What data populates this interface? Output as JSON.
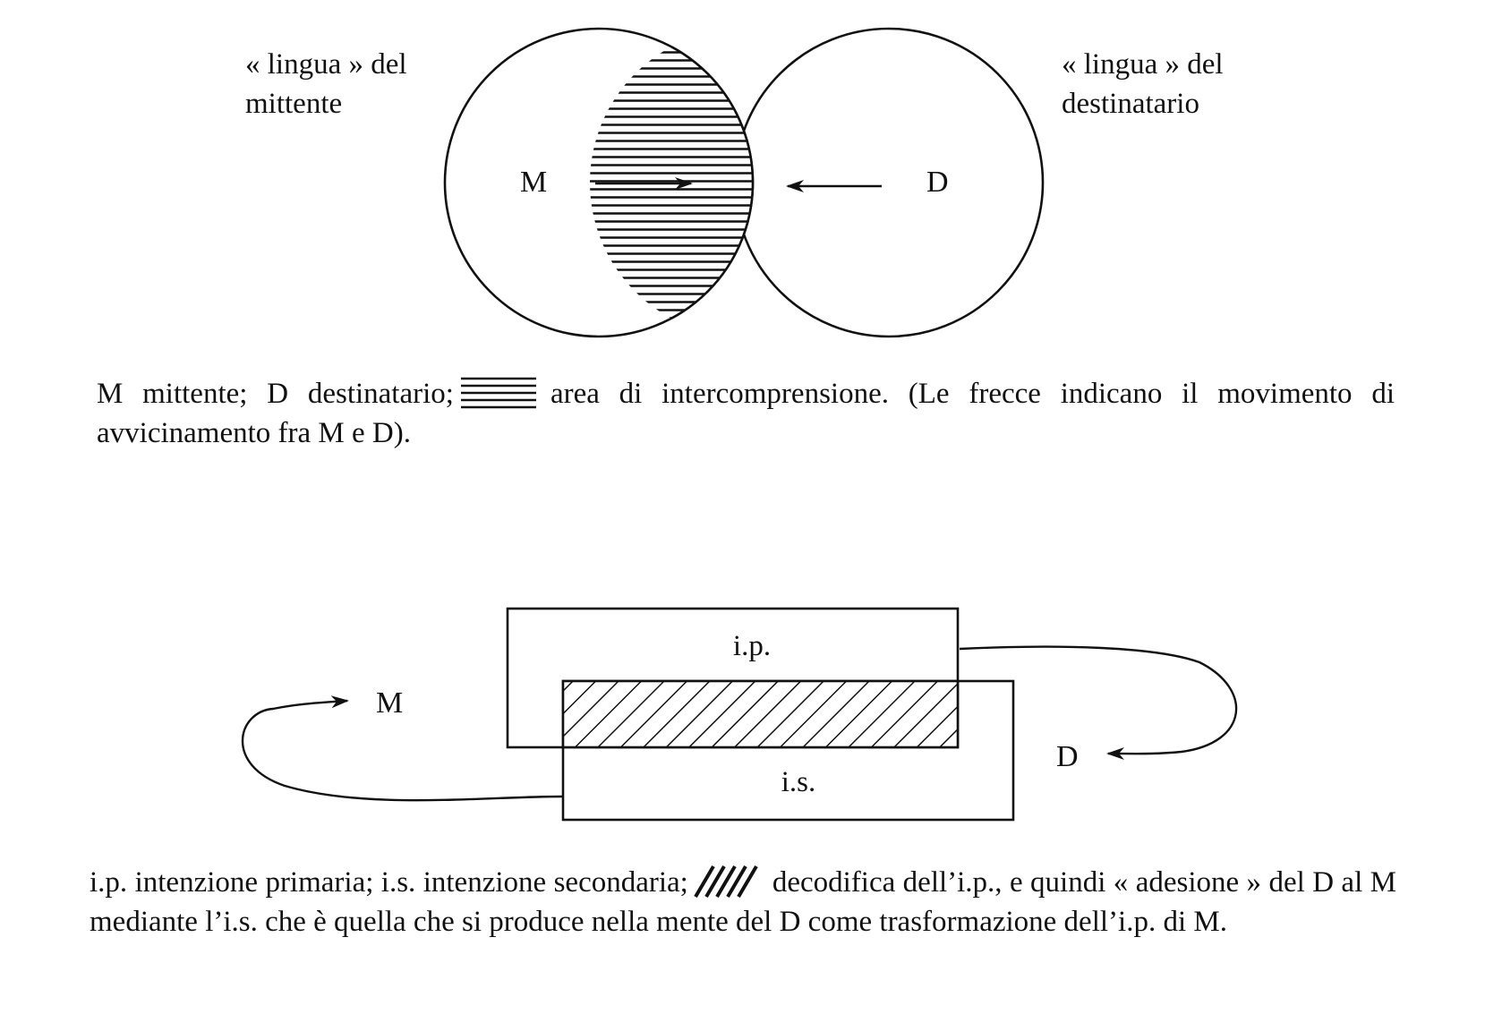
{
  "figure1": {
    "sender_language_line1": "« lingua » del",
    "sender_language_line2": "mittente",
    "receiver_language_line1": "« lingua » del",
    "receiver_language_line2": "destinatario",
    "sender_letter": "M",
    "receiver_letter": "D",
    "caption_before_swatch": "M mittente; D destinatario;",
    "caption_after_swatch": "area di intercomprensione. (Le frecce indicano il movimento di avvicinamento fra M e D)."
  },
  "figure2": {
    "primary_box_label": "i.p.",
    "secondary_box_label": "i.s.",
    "sender_letter": "M",
    "receiver_letter": "D",
    "caption_before_swatch": "i.p. intenzione primaria; i.s. intenzione secondaria;",
    "caption_after_swatch": "decodifica dell’i.p., e quindi « adesione » del D al M mediante l’i.s. che è quella che si produce nella mente del D come trasformazione dell’i.p. di M."
  }
}
